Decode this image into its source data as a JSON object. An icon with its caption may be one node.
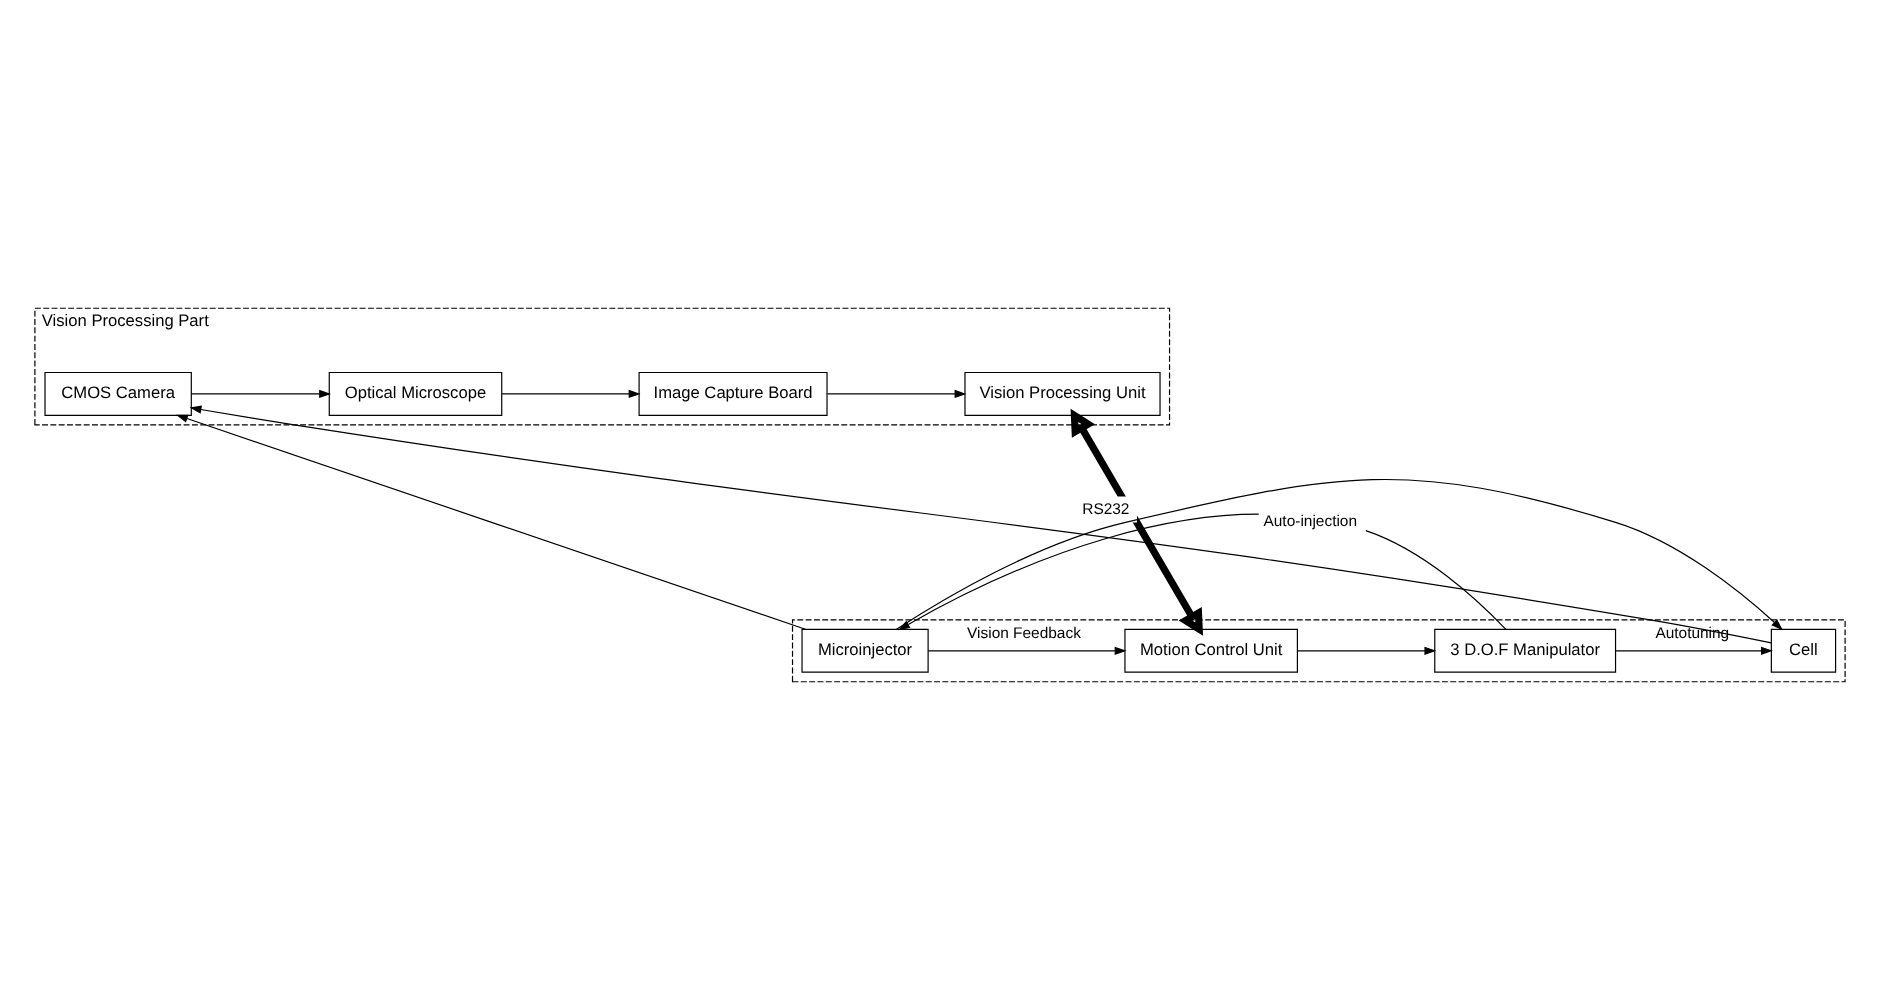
{
  "diagram": {
    "nodes": [
      {
        "text": [
          "Vision Processing Part"
        ]
      },
      {
        "text": [
          "Vision Processing Unit"
        ],
        "in": 0
      },
      {
        "text": [
          "Image Capture Board"
        ],
        "in": 0
      },
      {
        "text": [
          "Optical Microscope"
        ],
        "in": 0
      },
      {
        "text": [
          "CMOS Camera"
        ],
        "in": 0
      },
      {
        "text": [],
        "shape": "box"
      },
      {
        "text": [
          "Motion Control Unit"
        ],
        "in": 5
      },
      {
        "text": [
          "3 D.O.F Manipulator"
        ],
        "in": 5
      },
      {
        "text": [
          "Cell"
        ],
        "in": 5
      },
      {
        "text": [
          "Microinjector"
        ],
        "in": 5
      }
    ],
    "edges": [
      {
        "from": 2,
        "to": 1,
        "arrow": "to"
      },
      {
        "from": 3,
        "to": 2,
        "arrow": "to"
      },
      {
        "from": 4,
        "to": 3,
        "arrow": "to"
      },
      {
        "from": 1,
        "to": 6,
        "arrow": "both",
        "label": "RS232",
        "style": "thick"
      },
      {
        "from": 6,
        "to": 7,
        "arrow": "to"
      },
      {
        "from": 7,
        "to": 8,
        "arrow": "to",
        "label": "Autotuning"
      },
      {
        "from": 8,
        "to": 4,
        "arrow": "to"
      },
      {
        "from": 9,
        "to": 4,
        "arrow": "to"
      },
      {
        "from": 9,
        "to": 8,
        "arrow": "to"
      },
      {
        "from": 7,
        "to": 9,
        "arrow": "to",
        "label": "Auto-injection"
      },
      {
        "from": 9,
        "to": 6,
        "arrow": "to",
        "label": "Vision Feedback"
      }
    ]
  }
}
